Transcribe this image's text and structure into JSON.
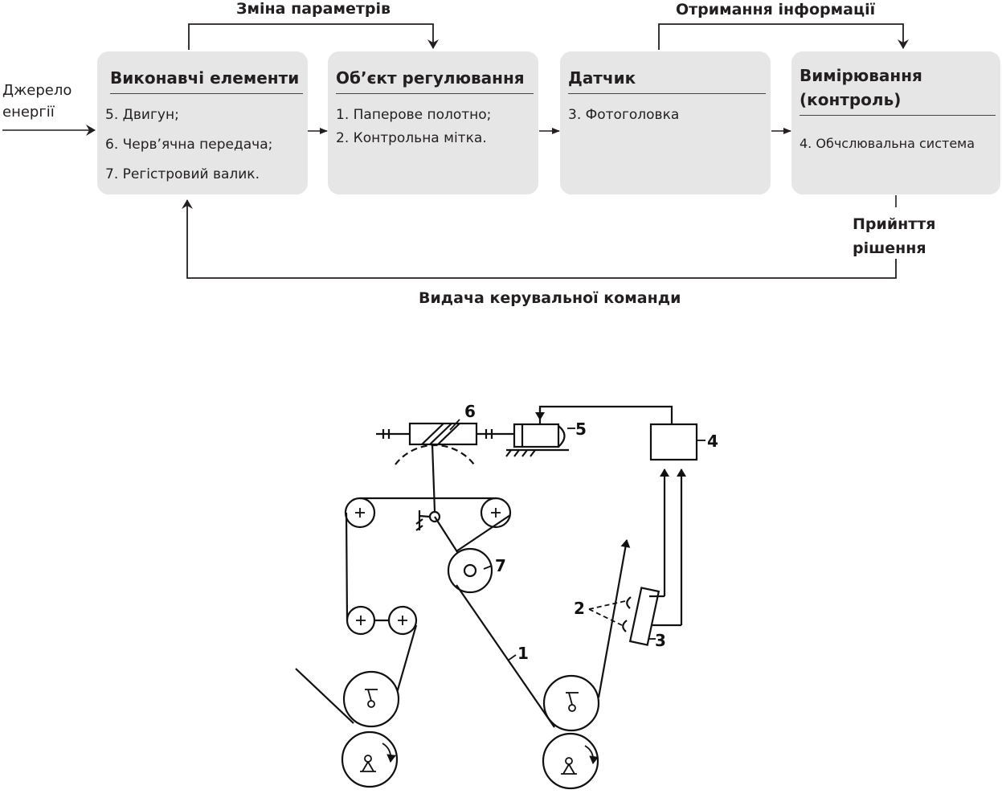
{
  "flow": {
    "source_label_line1": "Джерело",
    "source_label_line2": "енергії",
    "top_left_label": "Зміна параметрів",
    "top_right_label": "Отримання інформації",
    "decision_label_line1": "Прийнття",
    "decision_label_line2": "рішення",
    "bottom_label": "Видача керувальної команди",
    "boxes": [
      {
        "title": "Виконавчі елементи",
        "items": [
          "5. Двигун;",
          "6. Черв’ячна передача;",
          "7. Регістровий валик."
        ]
      },
      {
        "title": "Об’єкт регулювання",
        "items": [
          "1. Паперове полотно;",
          "2. Контрольна мітка."
        ]
      },
      {
        "title": "Датчик",
        "items": [
          "3. Фотоголовка"
        ]
      },
      {
        "title_line1": "Вимірювання",
        "title_line2": "(контроль)",
        "items": [
          "4. Обчслювальна система"
        ]
      }
    ]
  },
  "mechanism": {
    "labels": {
      "n1": "1",
      "n2": "2",
      "n3": "3",
      "n4": "4",
      "n5": "5",
      "n6": "6",
      "n7": "7"
    }
  },
  "colors": {
    "box_fill": "#e6e6e6",
    "line": "#231f20"
  }
}
